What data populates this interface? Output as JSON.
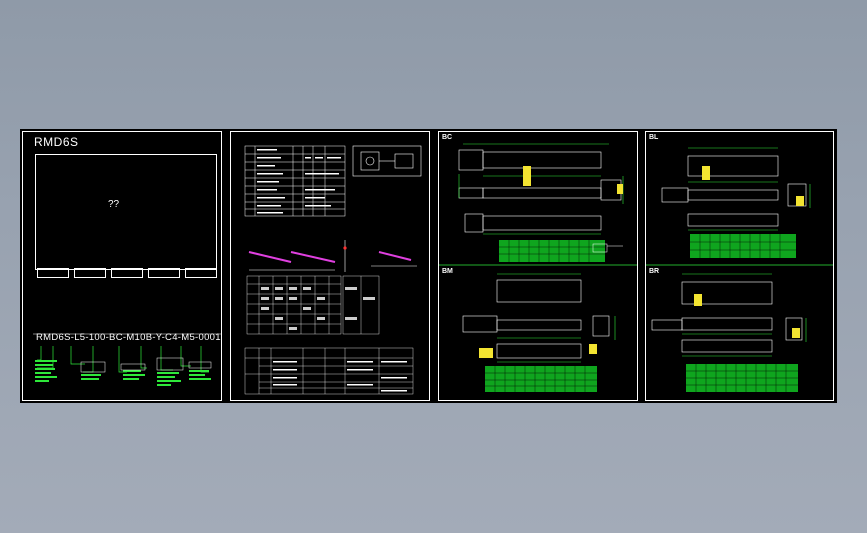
{
  "viewer": {
    "background_colors": [
      "#8f9aa8",
      "#a3abb8"
    ],
    "canvas_color": "#000000",
    "line_colors": {
      "white": "#ffffff",
      "green": "#2ee83a",
      "yellow": "#f3e431",
      "magenta": "#e040e0"
    }
  },
  "sheet1": {
    "title": "RMD6S",
    "preview_placeholder": "??",
    "buttons": [
      "",
      "",
      "",
      "",
      ""
    ],
    "section_label": "",
    "model_code": "RMD6S-L5-100-BC-M10B-Y-C4-M5-0001"
  },
  "sheet2": {
    "sections": [
      "",
      "",
      "",
      "",
      ""
    ]
  },
  "sheet3": {
    "panels": [
      {
        "code": "BC"
      },
      {
        "code": "BM"
      }
    ]
  },
  "sheet4": {
    "panels": [
      {
        "code": "BL"
      },
      {
        "code": "BR"
      }
    ]
  }
}
